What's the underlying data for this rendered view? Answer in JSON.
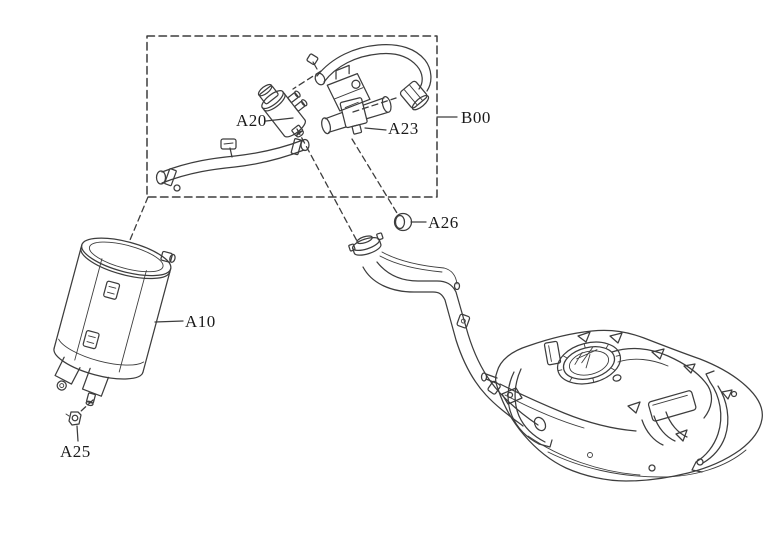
{
  "diagram": {
    "background": "#ffffff",
    "line_color": "#3d3d3d",
    "label_color": "#1a1a1a",
    "callouts": {
      "a20": {
        "label": "A20"
      },
      "a23": {
        "label": "A23"
      },
      "b00": {
        "label": "B00"
      },
      "a26": {
        "label": "A26"
      },
      "a10": {
        "label": "A10"
      },
      "a25": {
        "label": "A25"
      }
    }
  }
}
